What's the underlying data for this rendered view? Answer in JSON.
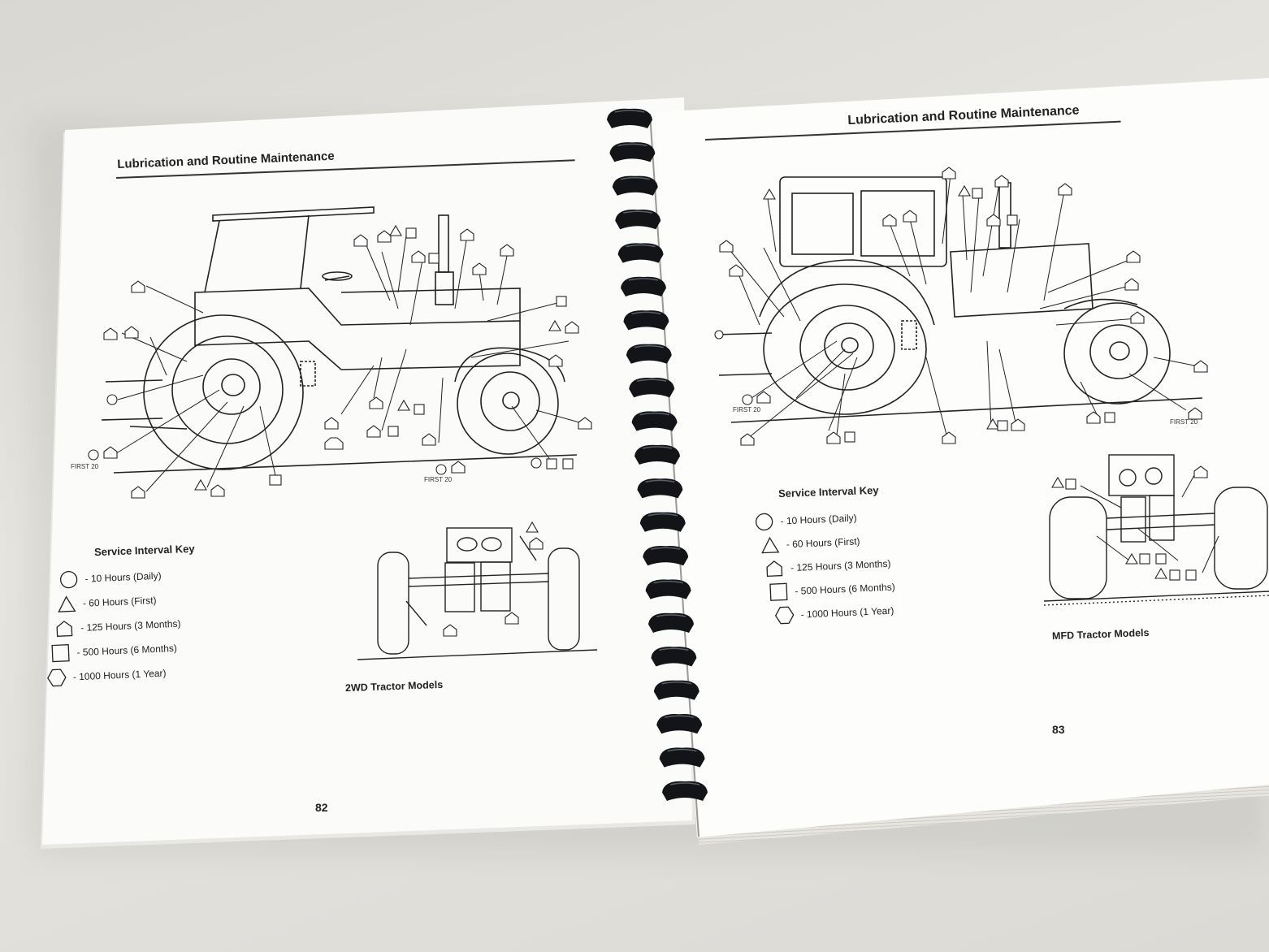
{
  "left_page": {
    "title": "Lubrication and Routine Maintenance",
    "key_title": "Service Interval Key",
    "key_items": [
      {
        "icon": "circle-icon",
        "label": "- 10 Hours (Daily)"
      },
      {
        "icon": "triangle-icon",
        "label": "- 60 Hours (First)"
      },
      {
        "icon": "pentagon-icon",
        "label": "- 125 Hours (3 Months)"
      },
      {
        "icon": "square-icon",
        "label": "- 500 Hours (6 Months)"
      },
      {
        "icon": "hexagon-icon",
        "label": "- 1000 Hours (1 Year)"
      }
    ],
    "first20_a": "FIRST 20",
    "first20_b": "FIRST 20",
    "caption": "2WD Tractor Models",
    "page_number": "82"
  },
  "right_page": {
    "title": "Lubrication and Routine Maintenance",
    "key_title": "Service Interval Key",
    "key_items": [
      {
        "icon": "circle-icon",
        "label": "- 10 Hours (Daily)"
      },
      {
        "icon": "triangle-icon",
        "label": "- 60 Hours (First)"
      },
      {
        "icon": "pentagon-icon",
        "label": "- 125 Hours (3 Months)"
      },
      {
        "icon": "square-icon",
        "label": "- 500 Hours (6 Months)"
      },
      {
        "icon": "hexagon-icon",
        "label": "- 1000 Hours (1 Year)"
      }
    ],
    "first20_a": "FIRST 20",
    "first20_b": "FIRST 20",
    "caption": "MFD Tractor Models",
    "page_number": "83"
  },
  "colors": {
    "paper": "#fbfbfa",
    "ink": "#222222",
    "binding": "#121418",
    "table": "#dedcd7"
  }
}
